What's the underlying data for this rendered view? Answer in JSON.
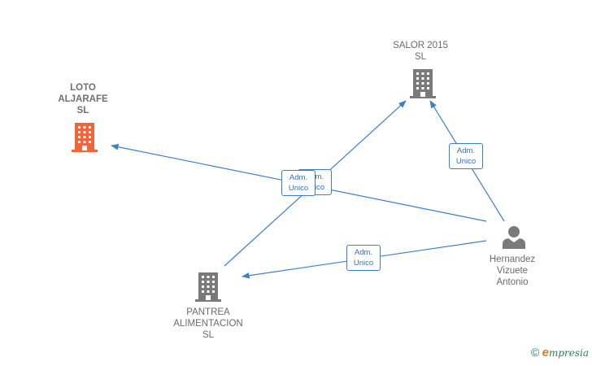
{
  "nodes": {
    "loto": {
      "lines": [
        "LOTO",
        "ALJARAFE",
        "SL"
      ],
      "icon": "building-icon",
      "color": "#f0653a"
    },
    "salor": {
      "lines": [
        "SALOR 2015",
        "SL"
      ],
      "icon": "building-icon",
      "color": "#7a7a7a"
    },
    "pantrea": {
      "lines": [
        "PANTREA",
        "ALIMENTACION",
        "SL"
      ],
      "icon": "building-icon",
      "color": "#7a7a7a"
    },
    "hernandez": {
      "lines": [
        "Hernandez",
        "Vizuete",
        "Antonio"
      ],
      "icon": "person-icon",
      "color": "#7a7a7a"
    }
  },
  "edges": [
    {
      "from": "hernandez",
      "to": "loto",
      "label": [
        "Adm.",
        "Unico"
      ]
    },
    {
      "from": "pantrea",
      "to": "salor",
      "label": [
        "Adm.",
        "Unico"
      ]
    },
    {
      "from": "hernandez",
      "to": "salor",
      "label": [
        "Adm.",
        "Unico"
      ]
    },
    {
      "from": "hernandez",
      "to": "pantrea",
      "label": [
        "Adm.",
        "Unico"
      ]
    }
  ],
  "footer": {
    "copyright": "©",
    "brand_first": "e",
    "brand_rest": "mpresia"
  },
  "colors": {
    "edge": "#3a7fd0",
    "highlight": "#f0653a",
    "muted": "#7a7a7a"
  }
}
